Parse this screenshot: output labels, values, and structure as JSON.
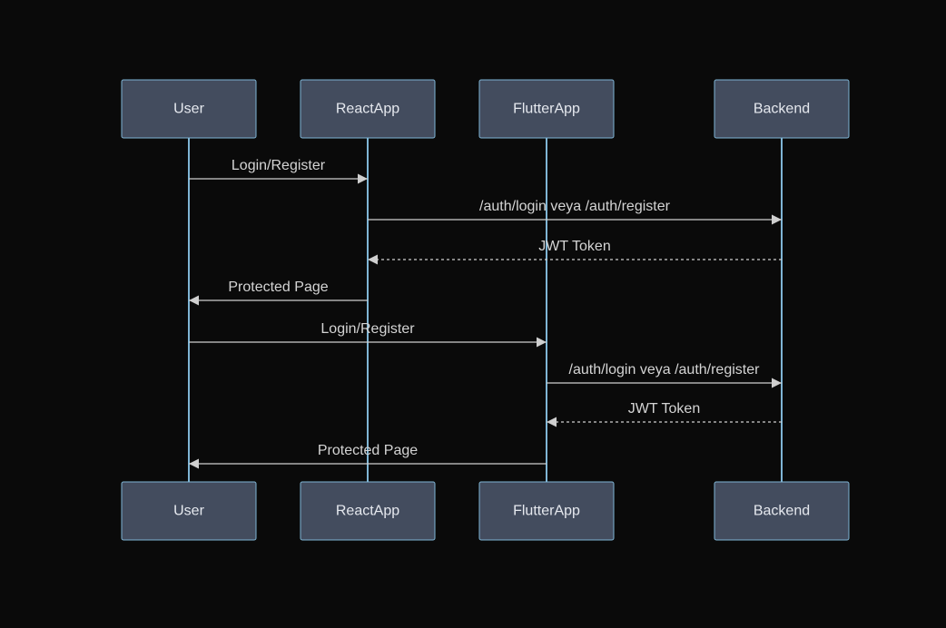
{
  "colors": {
    "background": "#0a0a0a",
    "actor_fill": "#434c5e",
    "actor_border": "#7fb5d5",
    "lifeline": "#7fb5d5",
    "message": "#cfcfcf",
    "text": "#e6e9ef"
  },
  "participants": [
    {
      "id": "user",
      "label": "User"
    },
    {
      "id": "reactapp",
      "label": "ReactApp"
    },
    {
      "id": "flutterapp",
      "label": "FlutterApp"
    },
    {
      "id": "backend",
      "label": "Backend"
    }
  ],
  "messages": [
    {
      "from": "user",
      "to": "reactapp",
      "label": "Login/Register",
      "style": "solid"
    },
    {
      "from": "reactapp",
      "to": "backend",
      "label": "/auth/login veya /auth/register",
      "style": "solid"
    },
    {
      "from": "backend",
      "to": "reactapp",
      "label": "JWT Token",
      "style": "dashed"
    },
    {
      "from": "reactapp",
      "to": "user",
      "label": "Protected Page",
      "style": "solid"
    },
    {
      "from": "user",
      "to": "flutterapp",
      "label": "Login/Register",
      "style": "solid"
    },
    {
      "from": "flutterapp",
      "to": "backend",
      "label": "/auth/login veya /auth/register",
      "style": "solid"
    },
    {
      "from": "backend",
      "to": "flutterapp",
      "label": "JWT Token",
      "style": "dashed"
    },
    {
      "from": "flutterapp",
      "to": "user",
      "label": "Protected Page",
      "style": "solid"
    }
  ]
}
